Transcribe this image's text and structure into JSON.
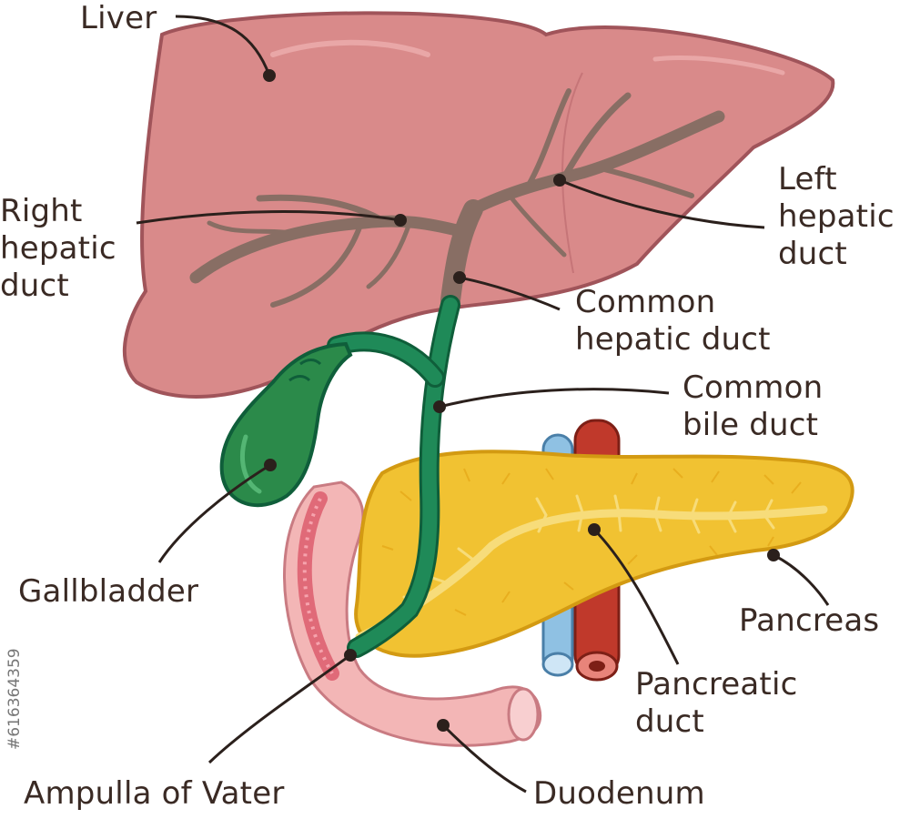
{
  "labels": {
    "liver": "Liver",
    "right_hepatic_duct": "Right\nhepatic\nduct",
    "left_hepatic_duct": "Left\nhepatic\nduct",
    "common_hepatic_duct": "Common\nhepatic duct",
    "common_bile_duct": "Common\nbile duct",
    "gallbladder": "Gallbladder",
    "pancreas": "Pancreas",
    "pancreatic_duct": "Pancreatic\nduct",
    "ampulla_of_vater": "Ampulla of Vater",
    "duodenum": "Duodenum"
  },
  "image_id": "#616364359",
  "colors": {
    "liver": "#d98a8a",
    "liver_outline": "#a0545a",
    "bile_duct": "#1f8a58",
    "gallbladder": "#2b8a4a",
    "pancreas": "#f1c232",
    "pancreas_outline": "#d39a12",
    "duodenum": "#f3b6b6",
    "duodenum_mucosa": "#e06a78",
    "vein": "#8fc1e3",
    "artery": "#c0392b",
    "leader": "#2b201c"
  }
}
